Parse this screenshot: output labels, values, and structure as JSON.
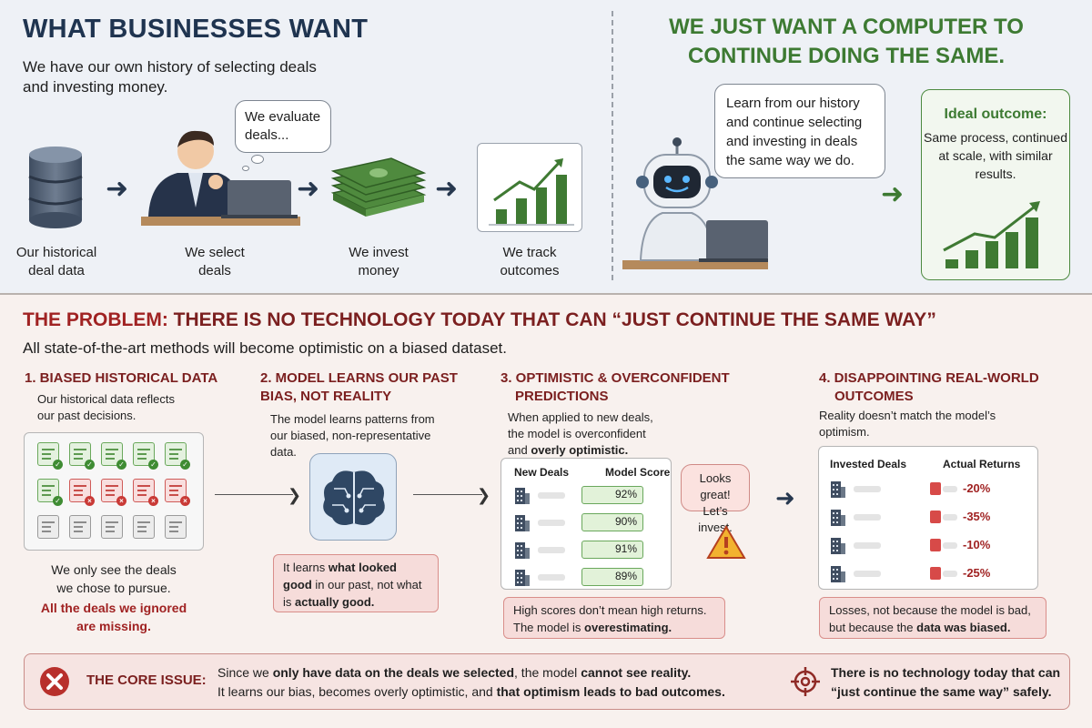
{
  "top_left": {
    "title": "WHAT BUSINESSES WANT",
    "intro": "We have our own history of selecting deals and investing money.",
    "thought_bubble": "We evaluate deals...",
    "steps": [
      {
        "label_1": "Our historical",
        "label_2": "deal data",
        "icon": "database-icon"
      },
      {
        "label_1": "We select",
        "label_2": "deals",
        "icon": "person-at-laptop-icon"
      },
      {
        "label_1": "We invest",
        "label_2": "money",
        "icon": "money-stack-icon"
      },
      {
        "label_1": "We track",
        "label_2": "outcomes",
        "icon": "growth-chart-icon"
      }
    ]
  },
  "top_right": {
    "title_1": "WE JUST WANT A COMPUTER TO",
    "title_2": "CONTINUE DOING THE SAME.",
    "robot_bubble": "Learn from our history and continue selecting and investing in deals the same way we do.",
    "ideal_title": "Ideal outcome:",
    "ideal_text": "Same process, continued at scale, with similar results."
  },
  "problem": {
    "title_lead": "THE PROBLEM:",
    "title_rest": "THERE IS NO TECHNOLOGY TODAY THAT CAN “JUST CONTINUE THE SAME WAY”",
    "subtitle": "All state-of-the-art methods will become optimistic on a biased dataset."
  },
  "col1": {
    "heading": "1. BIASED HISTORICAL DATA",
    "text_1": "Our historical data reflects",
    "text_2": "our past decisions.",
    "note_1": "We only see the deals",
    "note_2": "we chose to pursue.",
    "warn_1": "All the deals we ignored",
    "warn_2": "are missing."
  },
  "col2": {
    "heading_1": "2. MODEL LEARNS OUR PAST",
    "heading_2": "BIAS, NOT REALITY",
    "text_1": "The model learns patterns from",
    "text_2": "our biased, non-representative",
    "text_3": "data.",
    "box_a": "It learns",
    "box_b": "what looked good",
    "box_c": "in our past, not what is",
    "box_d": "actually good."
  },
  "col3": {
    "heading_1": "3. OPTIMISTIC & OVERCONFIDENT",
    "heading_2": "PREDICTIONS",
    "text_1": "When applied to new deals,",
    "text_2": "the model is overconfident",
    "text_3a": "and",
    "text_3b": "overly optimistic.",
    "table_header_left": "New Deals",
    "table_header_right": "Model Score",
    "scores": [
      "92%",
      "90%",
      "91%",
      "89%"
    ],
    "bubble_1": "Looks great!",
    "bubble_2": "Let’s invest.",
    "box_1": "High scores don’t mean high returns.",
    "box_2a": "The model is",
    "box_2b": "overestimating."
  },
  "col4": {
    "heading_1": "4. DISAPPOINTING REAL-WORLD",
    "heading_2": "OUTCOMES",
    "text_1": "Reality doesn’t match the model’s",
    "text_2": "optimism.",
    "table_header_left": "Invested Deals",
    "table_header_right": "Actual Returns",
    "returns": [
      "-20%",
      "-35%",
      "-10%",
      "-25%"
    ],
    "box_1": "Losses, not because the model is bad,",
    "box_2a": "but because the",
    "box_2b": "data was biased."
  },
  "core": {
    "label": "THE CORE ISSUE:",
    "line1_a": "Since we",
    "line1_b": "only have data on the deals we selected",
    "line1_c": ", the model",
    "line1_d": "cannot see reality.",
    "line2_a": "It learns our bias, becomes overly optimistic, and",
    "line2_b": "that optimism leads to bad outcomes.",
    "right_1": "There is no technology today that can",
    "right_2": "“just continue the same way” safely."
  },
  "colors": {
    "navy": "#1f3450",
    "green": "#3d7a32",
    "red": "#a02222"
  }
}
